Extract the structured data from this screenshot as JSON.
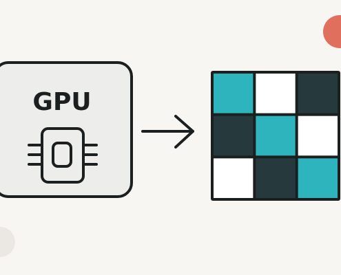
{
  "colors": {
    "background": "#f8f6f3",
    "stroke": "#1c1f20",
    "card_fill": "#ededec",
    "teal": "#2eb4bd",
    "dark": "#263a3d",
    "white": "#ffffff",
    "accent_dot": "#e0705d",
    "muted_dot": "#ebe7e3"
  },
  "gpu": {
    "label": "GPU",
    "icon": "chip-icon"
  },
  "arrow": {
    "icon": "arrow-right-icon"
  },
  "grid": {
    "rows": 3,
    "cols": 3,
    "cells": [
      [
        "teal",
        "white",
        "dark"
      ],
      [
        "dark",
        "teal",
        "white"
      ],
      [
        "white",
        "dark",
        "teal"
      ]
    ]
  }
}
